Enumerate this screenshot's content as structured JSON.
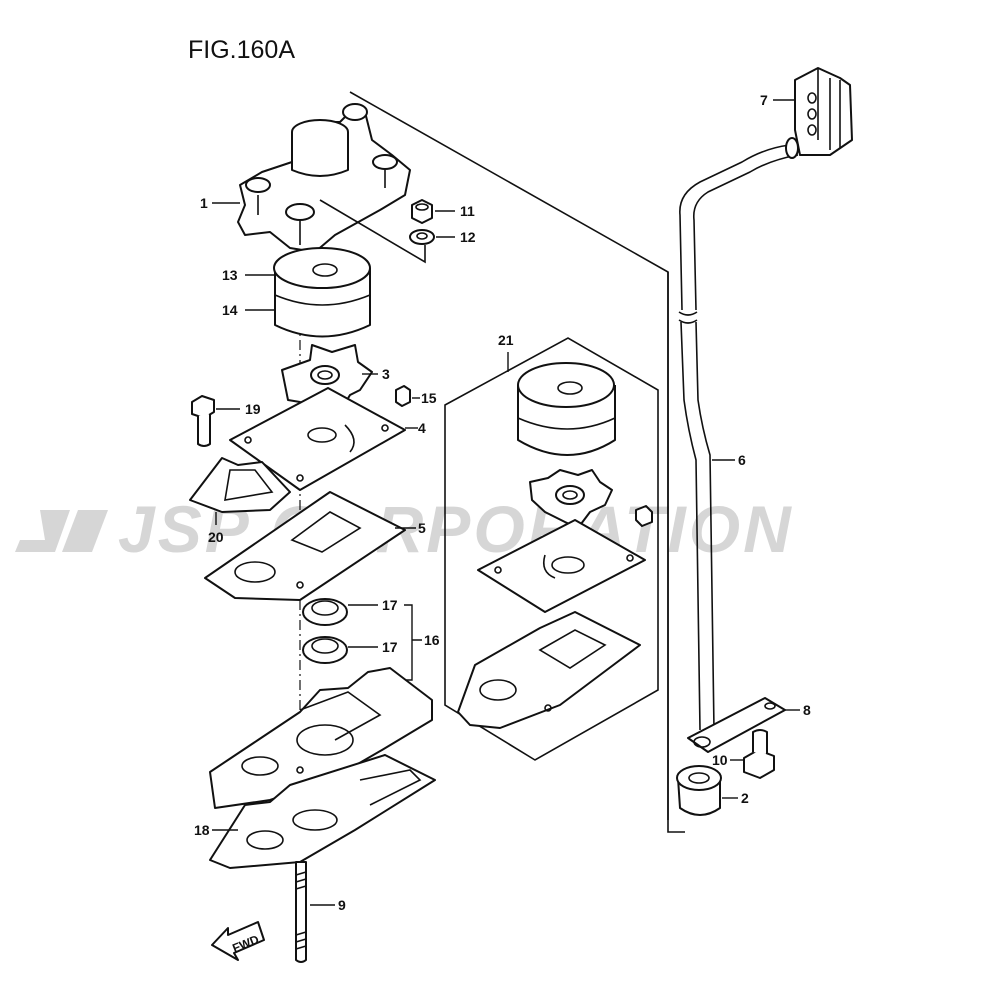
{
  "figure": {
    "title": "FIG.160A"
  },
  "watermark": {
    "text": "JSP CORPORATION"
  },
  "direction": {
    "label": "FWD"
  },
  "callouts": {
    "c1": "1",
    "c2": "2",
    "c3": "3",
    "c4": "4",
    "c5": "5",
    "c6": "6",
    "c7": "7",
    "c8": "8",
    "c9": "9",
    "c10": "10",
    "c11": "11",
    "c12": "12",
    "c13": "13",
    "c14": "14",
    "c15": "15",
    "c16": "16",
    "c17a": "17",
    "c17b": "17",
    "c18": "18",
    "c19": "19",
    "c20": "20",
    "c21": "21"
  },
  "colors": {
    "line": "#111111",
    "watermark": "#d6d6d6",
    "background": "#ffffff"
  }
}
